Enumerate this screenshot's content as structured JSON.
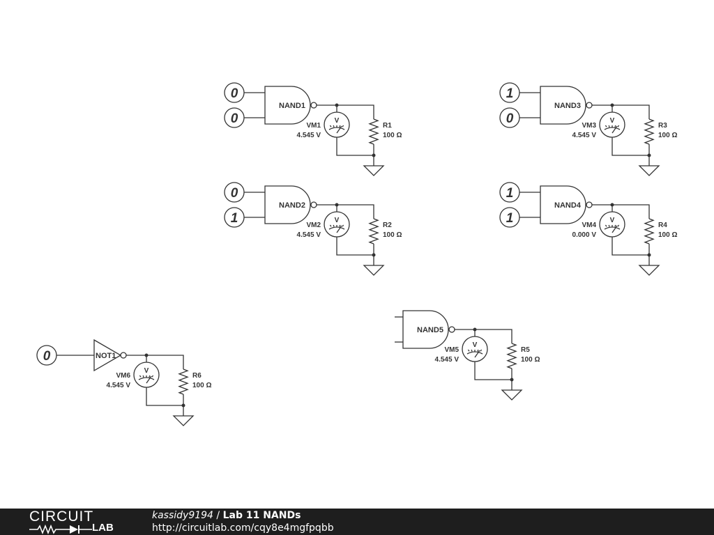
{
  "gates": [
    {
      "id": "nand1",
      "type": "nand",
      "label": "NAND1",
      "inputs": [
        "0",
        "0"
      ],
      "meter": "VM1",
      "reading": "4.545 V",
      "resistor": "R1",
      "resistance": "100 Ω"
    },
    {
      "id": "nand2",
      "type": "nand",
      "label": "NAND2",
      "inputs": [
        "0",
        "1"
      ],
      "meter": "VM2",
      "reading": "4.545 V",
      "resistor": "R2",
      "resistance": "100 Ω"
    },
    {
      "id": "nand3",
      "type": "nand",
      "label": "NAND3",
      "inputs": [
        "1",
        "0"
      ],
      "meter": "VM3",
      "reading": "4.545 V",
      "resistor": "R3",
      "resistance": "100 Ω"
    },
    {
      "id": "nand4",
      "type": "nand",
      "label": "NAND4",
      "inputs": [
        "1",
        "1"
      ],
      "meter": "VM4",
      "reading": "0.000 V",
      "resistor": "R4",
      "resistance": "100 Ω"
    },
    {
      "id": "nand5",
      "type": "nand",
      "label": "NAND5",
      "inputs": [],
      "meter": "VM5",
      "reading": "4.545 V",
      "resistor": "R5",
      "resistance": "100 Ω"
    },
    {
      "id": "not1",
      "type": "not",
      "label": "NOT1",
      "inputs": [
        "0"
      ],
      "meter": "VM6",
      "reading": "4.545 V",
      "resistor": "R6",
      "resistance": "100 Ω"
    }
  ],
  "meter_symbol": "V",
  "footer": {
    "logo_top": "CIRCUIT",
    "logo_bottom": "LAB",
    "author": "kassidy9194",
    "separator": "/",
    "title": "Lab 11 NANDs",
    "url": "http://circuitlab.com/cqy8e4mgfpqbb"
  },
  "colors": {
    "ink": "#333333",
    "background": "#ffffff",
    "footer": "#1e1e1e",
    "footer_text": "#ffffff"
  }
}
